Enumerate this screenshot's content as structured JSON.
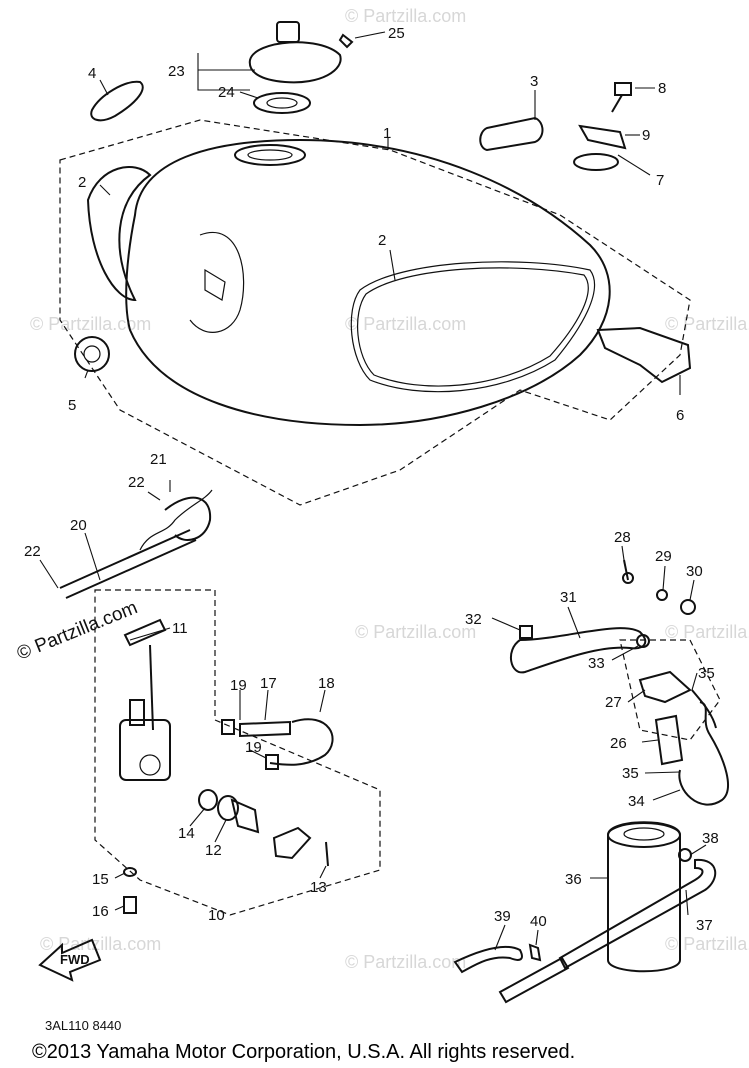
{
  "callouts": [
    "1",
    "2",
    "2",
    "3",
    "4",
    "5",
    "6",
    "7",
    "8",
    "9",
    "10",
    "11",
    "12",
    "13",
    "14",
    "15",
    "16",
    "17",
    "18",
    "19",
    "19",
    "20",
    "21",
    "22",
    "22",
    "23",
    "24",
    "25",
    "26",
    "27",
    "28",
    "29",
    "30",
    "31",
    "32",
    "33",
    "34",
    "35",
    "35",
    "36",
    "37",
    "38",
    "39",
    "40"
  ],
  "fwd_label": "FWD",
  "diagram_code": "3AL110 8440",
  "watermark_main": "© Partzilla.com",
  "watermark_faint": "© Partzilla.com",
  "copyright": "©2013 Yamaha Motor Corporation, U.S.A. All rights reserved."
}
